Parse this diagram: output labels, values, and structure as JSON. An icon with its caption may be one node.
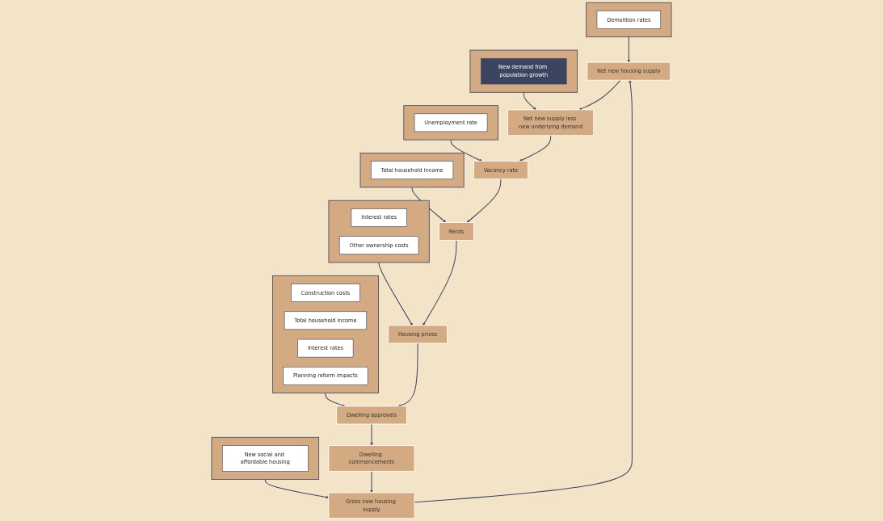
{
  "diagram": {
    "nodes": [
      {
        "text": [],
        "shape": "box"
      },
      {
        "text": [
          "Interest rates"
        ],
        "in": 0
      },
      {
        "text": [
          "Other ownership costs"
        ],
        "in": 0
      },
      {
        "text": [],
        "shape": "box"
      },
      {
        "text": [
          "Construction costs"
        ],
        "in": 3
      },
      {
        "text": [
          "Total household income"
        ],
        "in": 3
      },
      {
        "text": [
          "Interest rates"
        ],
        "in": 3
      },
      {
        "text": [
          "Planning reform impacts"
        ],
        "in": 3
      },
      {
        "text": [],
        "shape": "box"
      },
      {
        "text": [
          "Total household income"
        ],
        "in": 8
      },
      {
        "text": [],
        "shape": "box"
      },
      {
        "text": [
          "Unemployment rate"
        ],
        "in": 10
      },
      {
        "text": [],
        "shape": "box"
      },
      {
        "text": [
          "New social and affordable housing"
        ],
        "in": 12
      },
      {
        "text": [],
        "shape": "box"
      },
      {
        "text": [
          "New demand from population growth"
        ],
        "in": 14
      },
      {
        "text": [],
        "shape": "box"
      },
      {
        "text": [
          "Demolition rates"
        ],
        "in": 16
      },
      {
        "text": [
          "Housing prices"
        ]
      },
      {
        "text": [
          "Dwelling approvals"
        ]
      },
      {
        "text": [
          "Dwelling commencements"
        ]
      },
      {
        "text": [
          "Gross new housing supply"
        ]
      },
      {
        "text": [
          "Net new housing supply"
        ]
      },
      {
        "text": [
          "Net new supply less new underlying demand"
        ]
      },
      {
        "text": [
          "Vacancy rate"
        ]
      },
      {
        "text": [
          "Rents"
        ]
      }
    ],
    "edges": [
      {
        "from": 18,
        "to": 19,
        "arrow": "to"
      },
      {
        "from": 19,
        "to": 20,
        "arrow": "to"
      },
      {
        "from": 20,
        "to": 21,
        "arrow": "to"
      },
      {
        "from": 21,
        "to": 22,
        "arrow": "to"
      },
      {
        "from": 22,
        "to": 23,
        "arrow": "to"
      },
      {
        "from": 23,
        "to": 24,
        "arrow": "to"
      },
      {
        "from": 24,
        "to": 25,
        "arrow": "to"
      },
      {
        "from": 25,
        "to": 18,
        "arrow": "to"
      },
      {
        "from": 0,
        "to": 18,
        "arrow": "to"
      },
      {
        "from": 3,
        "to": 19,
        "arrow": "to"
      },
      {
        "from": 8,
        "to": 25,
        "arrow": "to"
      },
      {
        "from": 10,
        "to": 24,
        "arrow": "to"
      },
      {
        "from": 12,
        "to": 21,
        "arrow": "to"
      },
      {
        "from": 14,
        "to": 23,
        "arrow": "to"
      },
      {
        "from": 16,
        "to": 22,
        "arrow": "to"
      }
    ]
  }
}
